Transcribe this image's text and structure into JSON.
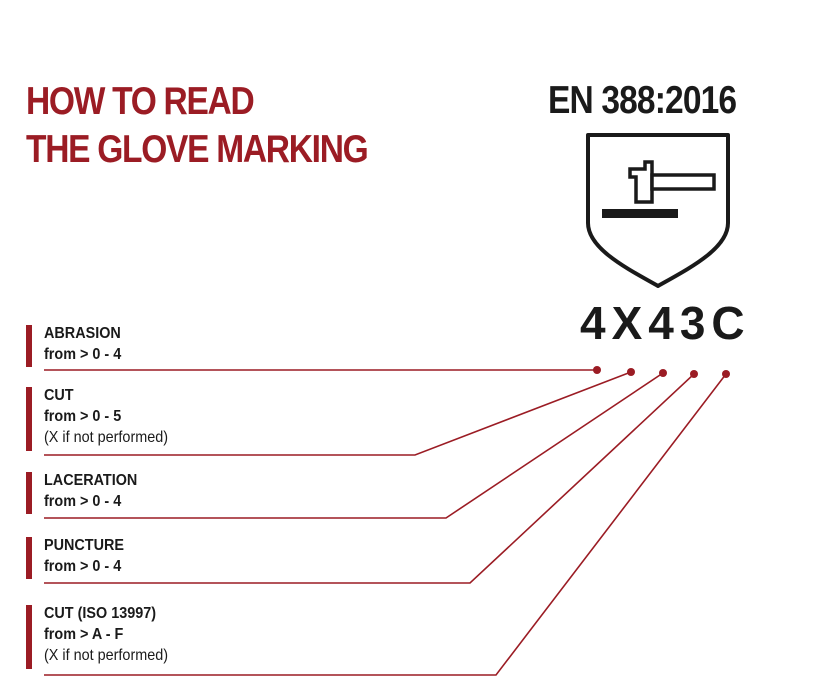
{
  "title": {
    "line1": "HOW TO READ",
    "line2": "THE GLOVE MARKING"
  },
  "standard": "EN 388:2016",
  "code": "4X43C",
  "pictogram_icon": "mechanical-risks-hammer-shield-icon",
  "colors": {
    "accent": "#9b1c24",
    "text": "#1a1a1a"
  },
  "legend": [
    {
      "label": "ABRASION",
      "range": "from > 0 - 4",
      "note": ""
    },
    {
      "label": "CUT",
      "range": "from > 0 - 5",
      "note": "(X if not performed)"
    },
    {
      "label": "LACERATION",
      "range": "from > 0 - 4",
      "note": ""
    },
    {
      "label": "PUNCTURE",
      "range": "from > 0 - 4",
      "note": ""
    },
    {
      "label": "CUT (ISO 13997)",
      "range": "from > A - F",
      "note": "(X if not performed)"
    }
  ]
}
